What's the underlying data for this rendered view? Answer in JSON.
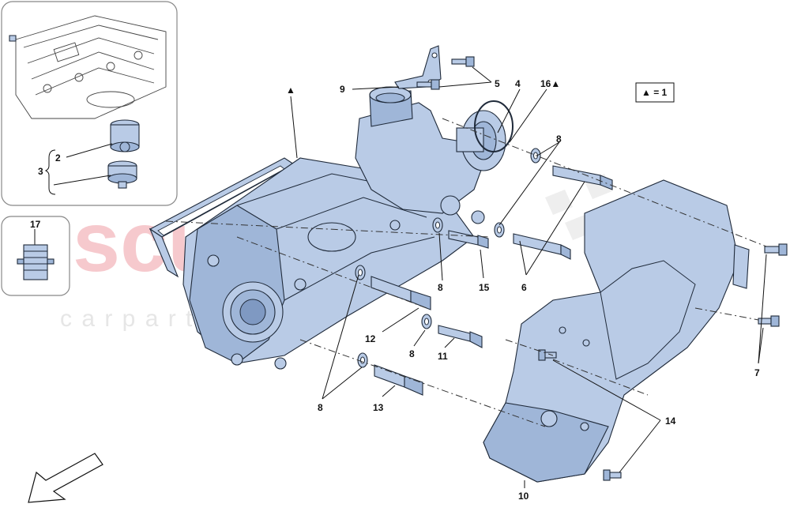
{
  "watermark": {
    "brand": "scuderia",
    "sub": "c a r   p a r t s"
  },
  "legend": {
    "text": "▲ = 1"
  },
  "callouts": {
    "c2": "2",
    "c3": "3",
    "c4": "4",
    "c5": "5",
    "c6": "6",
    "c7": "7",
    "c8a": "8",
    "c8b": "8",
    "c8c": "8",
    "c8d": "8",
    "c9": "9",
    "c10": "10",
    "c11": "11",
    "c12": "12",
    "c13": "13",
    "c14": "14",
    "c15": "15",
    "c16": "16▲",
    "c17": "17",
    "triangle_top": "▲"
  },
  "colors": {
    "part_fill": "#b9cbe6",
    "outline": "#1f2a3a",
    "watermark_red": "#f6c9cd",
    "watermark_grey": "#e6e6e6"
  },
  "icons": {
    "orientation_arrow": "arrow-down-left-icon"
  }
}
